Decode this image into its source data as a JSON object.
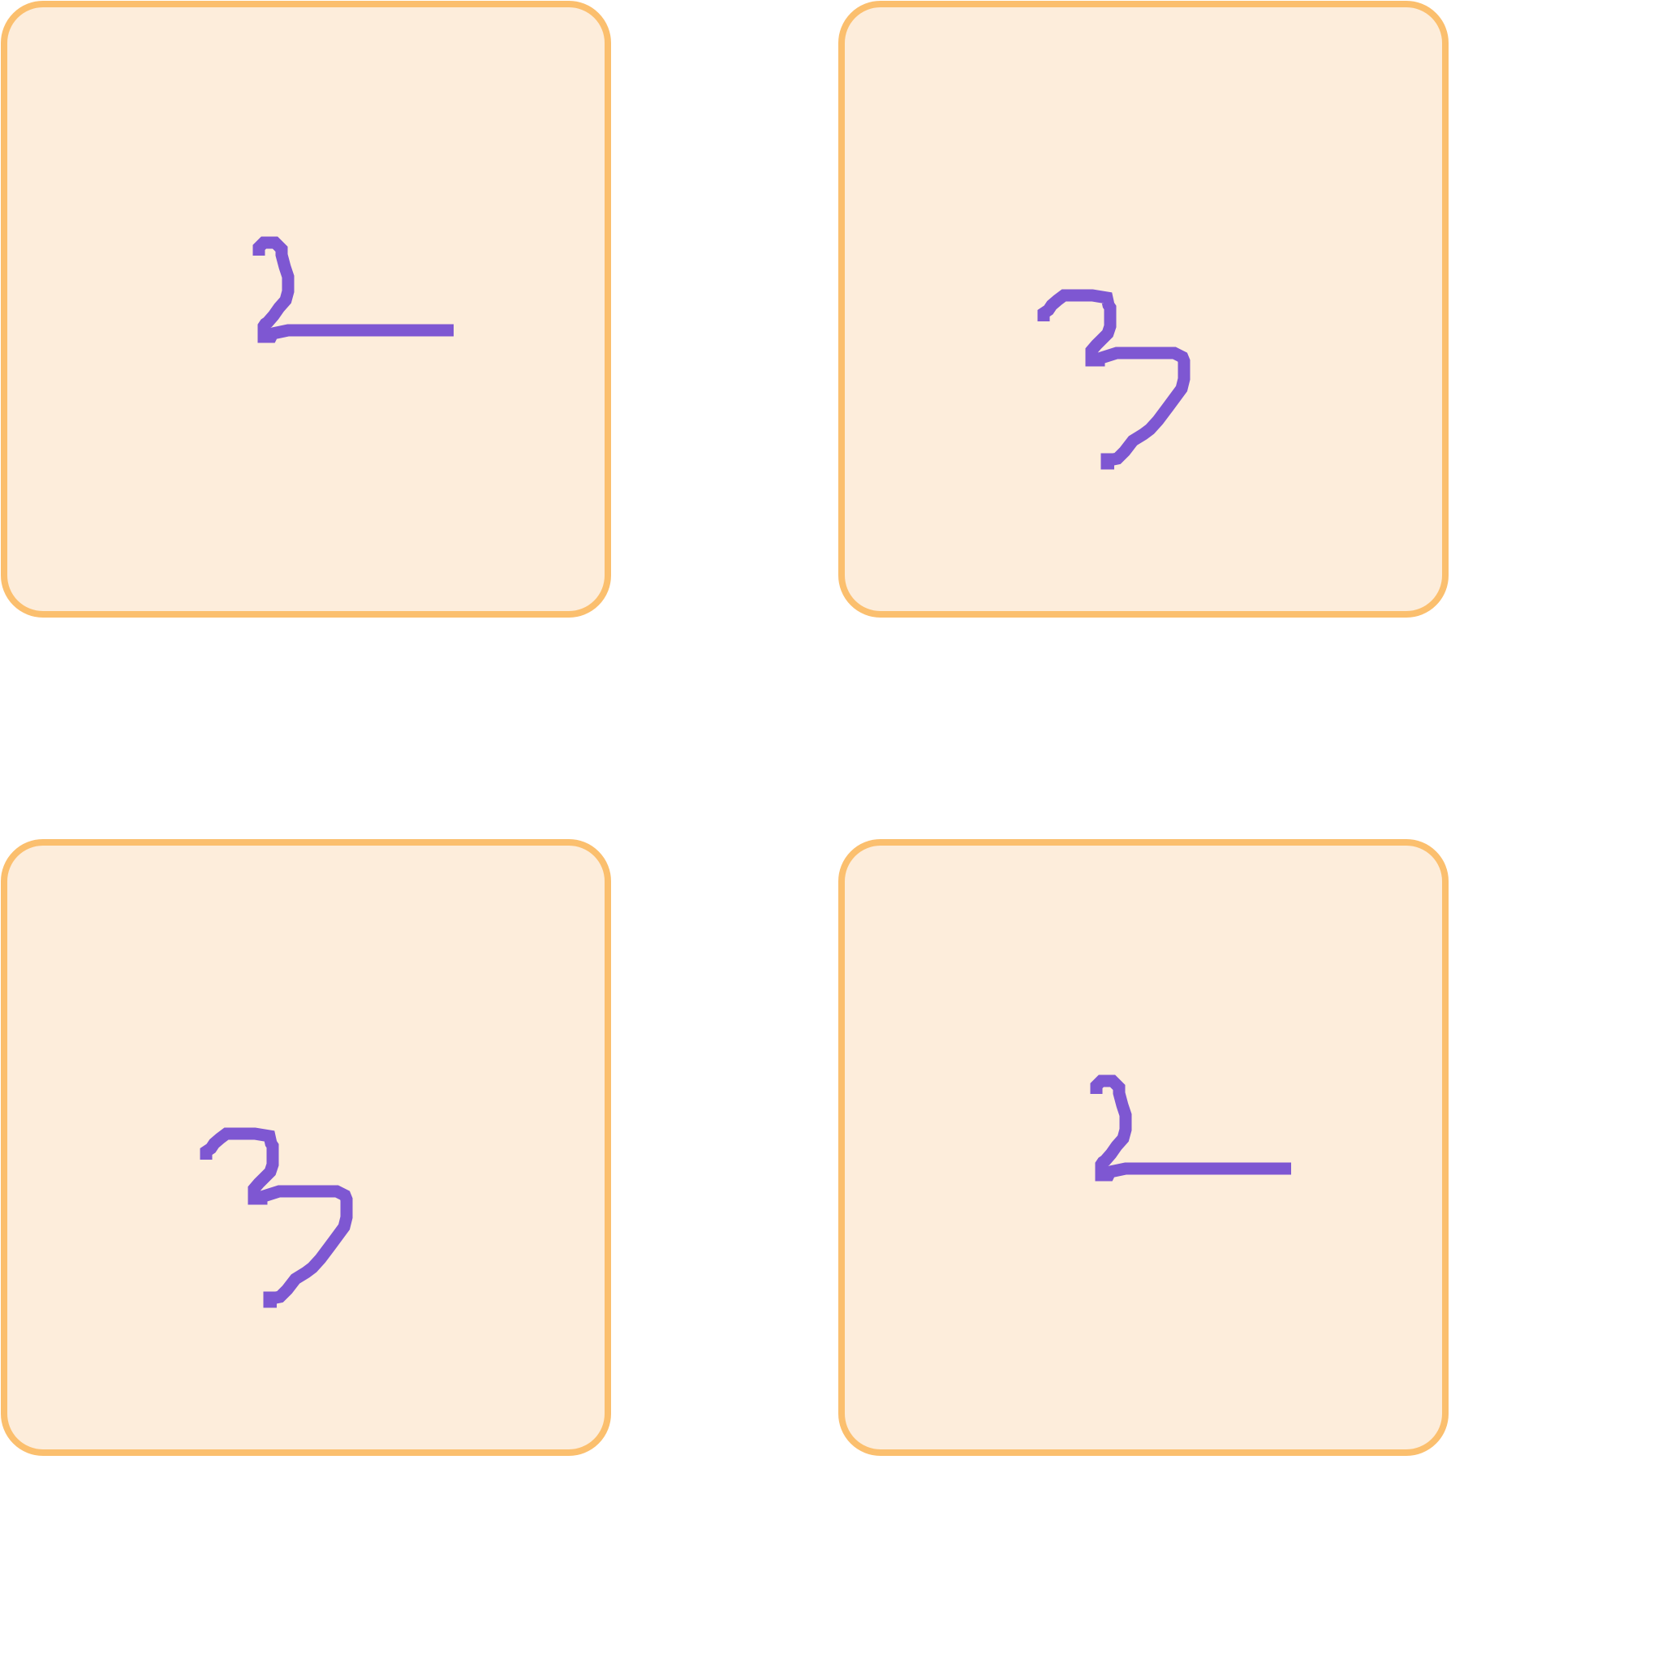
{
  "game": {
    "type": "memory-match",
    "cards": [
      {
        "symbol": "squiggle-line-glyph",
        "face_up": true
      },
      {
        "symbol": "double-hook-glyph",
        "face_up": true
      },
      {
        "symbol": "double-hook-glyph",
        "face_up": true
      },
      {
        "symbol": "squiggle-line-glyph",
        "face_up": true
      }
    ]
  },
  "colors": {
    "card_fill": "#fdeddb",
    "card_border": "#fbbf6e",
    "glyph": "#7e57d2",
    "background": "#ffffff"
  }
}
